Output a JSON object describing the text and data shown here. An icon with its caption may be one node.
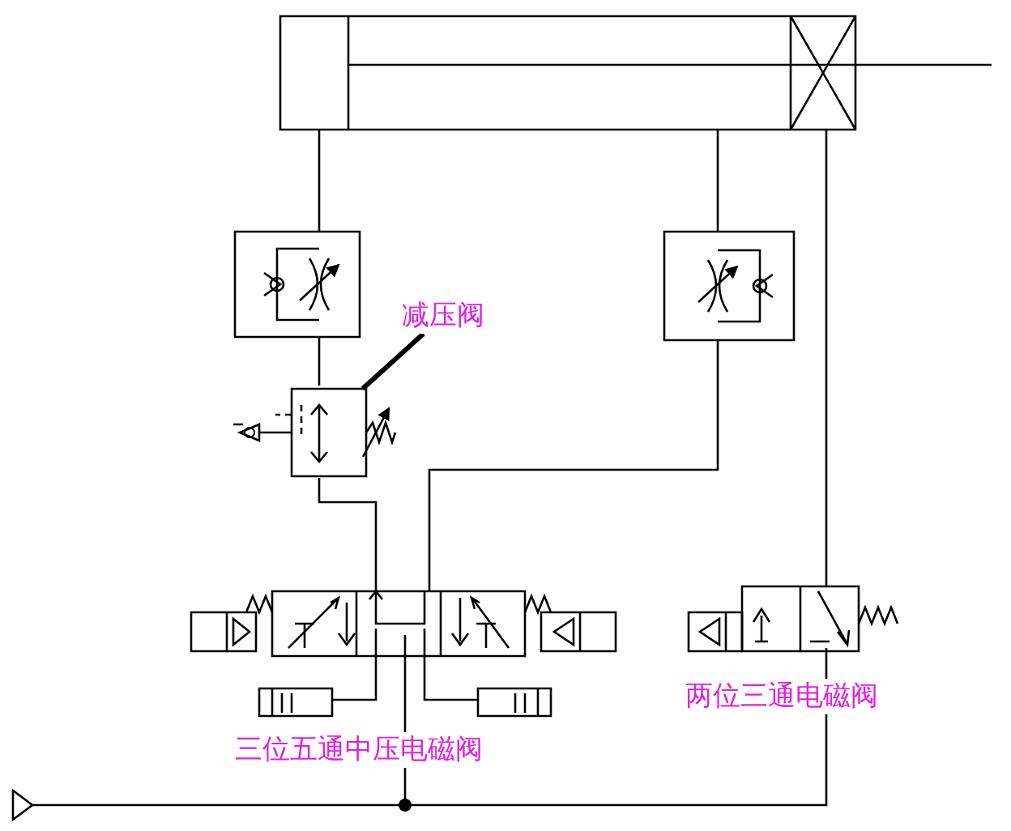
{
  "diagram": {
    "nodes": [
      {
        "text": [
          "减压阀"
        ]
      },
      {
        "text": [],
        "shape": "box"
      }
    ],
    "edges": [
      {
        "from": 0,
        "to": 1,
        "arrow": "none"
      }
    ],
    "labels": [
      "三位五通中压电磁阀",
      "两位三通电磁阀"
    ]
  }
}
